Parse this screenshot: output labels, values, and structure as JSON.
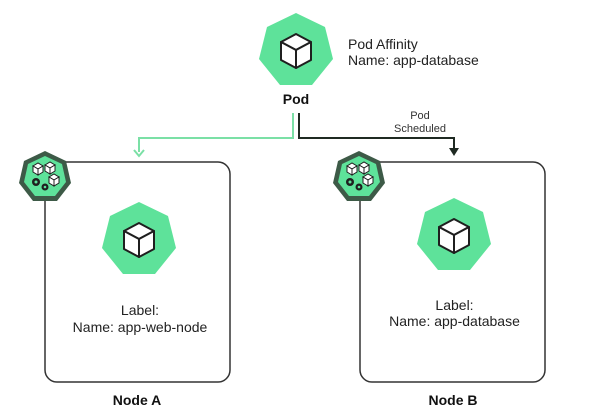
{
  "pod": {
    "label": "Pod",
    "affinity_title": "Pod Affinity",
    "affinity_name": "Name: app-database"
  },
  "arrow_label": {
    "line1": "Pod",
    "line2": "Scheduled"
  },
  "nodes": [
    {
      "name": "Node A",
      "label_title": "Label:",
      "label_value": "Name: app-web-node"
    },
    {
      "name": "Node B",
      "label_title": "Label:",
      "label_value": "Name: app-database"
    }
  ],
  "colors": {
    "accent": "#5ee29a",
    "dark": "#3d5a47",
    "light_arrow": "#7be0a6",
    "dark_arrow": "#1f2a22",
    "box_border": "#333333"
  }
}
